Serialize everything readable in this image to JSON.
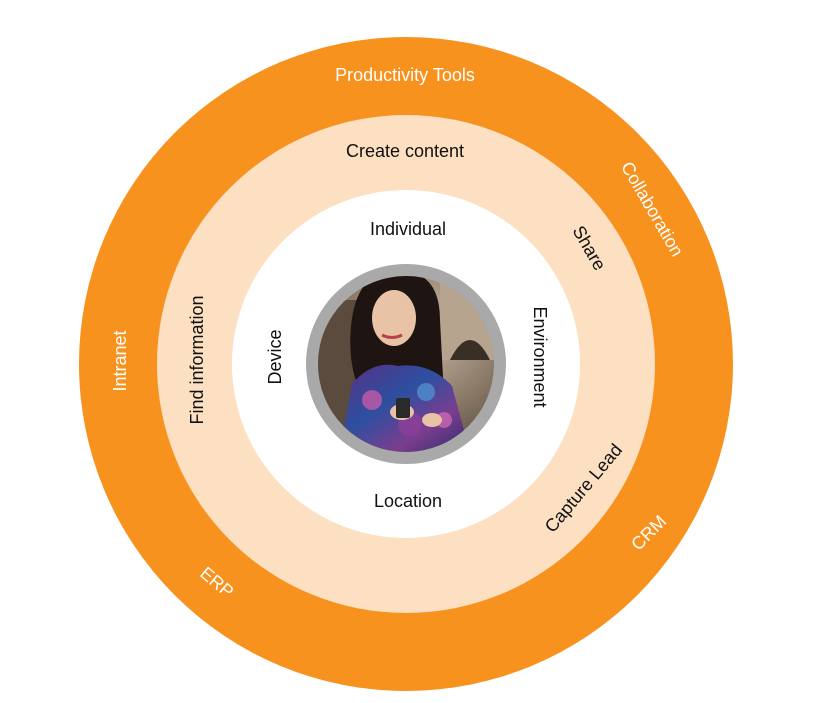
{
  "diagram": {
    "outer_ring": {
      "color": "#F7921E",
      "labels": {
        "top": "Productivity Tools",
        "upper_right": "Collaboration",
        "left": "Intranet",
        "lower_left": "ERP",
        "lower_right": "CRM"
      }
    },
    "middle_ring": {
      "color": "#FDDFC2",
      "labels": {
        "top": "Create content",
        "upper_right": "Share",
        "left": "Find information",
        "lower_right": "Capture Lead"
      }
    },
    "inner_ring": {
      "color": "#FFFFFF",
      "labels": {
        "top": "Individual",
        "right": "Environment",
        "left": "Device",
        "bottom": "Location"
      }
    },
    "center_photo": {
      "description_icon": "person-photo-icon",
      "frame_color": "#A9A9A9"
    }
  }
}
